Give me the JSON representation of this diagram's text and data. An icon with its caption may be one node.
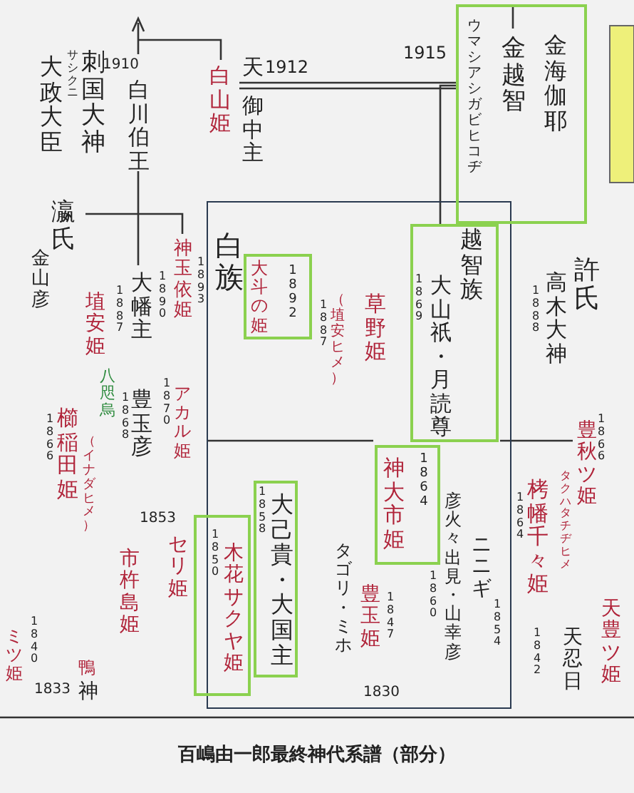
{
  "diagram": {
    "caption": "百嶋由一郎最終神代系譜（部分）",
    "nodes": [
      {
        "text": [
          "白族"
        ]
      },
      {
        "text": [
          "ウマシアシガビヒコヂ",
          "金越智",
          "金海伽耶"
        ],
        "beside": [
          "1915"
        ]
      },
      {
        "text": [
          "大斗の姫",
          "1892"
        ],
        "in": 0
      },
      {
        "text": [
          "1869",
          "大山祇・月読尊",
          "越智族"
        ],
        "in": 0
      },
      {
        "text": [
          "神大市姫",
          "1864"
        ],
        "in": 0
      },
      {
        "text": [
          "1858",
          "大己貴・大国主"
        ],
        "in": 0
      },
      {
        "text": [
          "1850",
          "木花サクヤ姫"
        ]
      }
    ],
    "edges": [
      {
        "from": 1,
        "to": 3,
        "arrow": "none"
      }
    ],
    "labels": [
      "1910",
      "白川伯王",
      "サシクニ",
      "刺国大神",
      "大政大臣",
      "白山姫",
      "天",
      "1912",
      "御中主",
      "瀛氏",
      "金山彦",
      "1887",
      "埴安姫",
      "大幡主",
      "1890",
      "神玉依姫",
      "1893",
      "（埴安ヒメ）",
      "1887",
      "草野姫",
      "許氏",
      "1888",
      "高木大神",
      "八咫烏",
      "1868",
      "豊玉彦",
      "1870",
      "アカル姫",
      "1866",
      "櫛稲田姫",
      "（イナダヒメ）",
      "1853",
      "市杵島姫",
      "セリ姫",
      "1840",
      "ミツ姫",
      "1833",
      "鴨",
      "神",
      "豊秋ツ姫",
      "1866",
      "タクハタチヂヒメ",
      "栲幡千々姫",
      "1864",
      "ニニギ",
      "1854",
      "彦火々出見・山幸彦",
      "1860",
      "タゴリ・ミホ",
      "豊玉姫",
      "1847",
      "1830",
      "天忍日",
      "1842",
      "天豊ツ姫"
    ]
  }
}
